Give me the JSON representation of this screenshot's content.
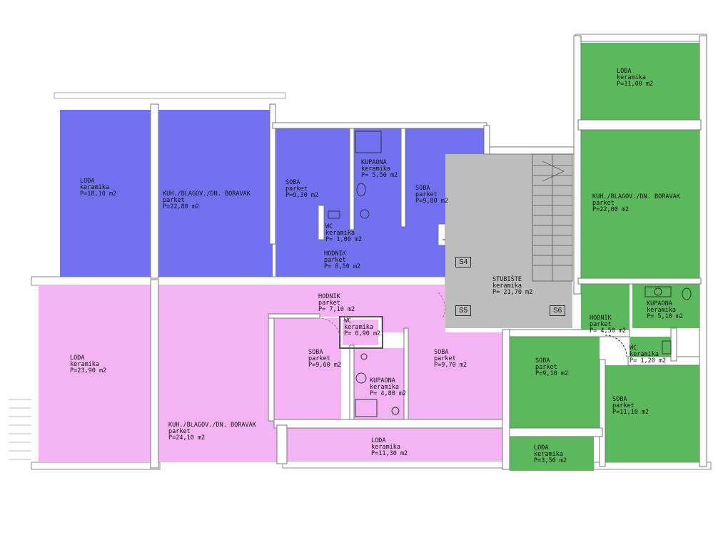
{
  "colors": {
    "apartment_blue": "#7272f0",
    "apartment_pink": "#f4b4f4",
    "apartment_green": "#5cb85c",
    "stairwell_gray": "#bdbdbd",
    "wall": "#ffffff",
    "wall_outline": "#555555"
  },
  "apartments": {
    "blue": {
      "rooms": [
        {
          "name": "LOĐA",
          "floor": "keramika",
          "area": "P=18,10 m2"
        },
        {
          "name": "KUH./BLAGOV./DN. BORAVAK",
          "floor": "parket",
          "area": "P=22,80 m2"
        },
        {
          "name": "SOBA",
          "floor": "parket",
          "area": "P=9,30 m2"
        },
        {
          "name": "KUPAONA",
          "floor": "keramika",
          "area": "P= 5,50 m2"
        },
        {
          "name": "SOBA",
          "floor": "parket",
          "area": "P=9,80 m2"
        },
        {
          "name": "WC",
          "floor": "keramika",
          "area": "P= 1,00 m2"
        },
        {
          "name": "HODNIK",
          "floor": "parket",
          "area": "P= 8,50 m2"
        }
      ]
    },
    "pink": {
      "rooms": [
        {
          "name": "LOĐA",
          "floor": "keramika",
          "area": "P=23,90 m2"
        },
        {
          "name": "KUH./BLAGOV./DN. BORAVAK",
          "floor": "parket",
          "area": "P=24,10 m2"
        },
        {
          "name": "HODNIK",
          "floor": "parket",
          "area": "P= 7,10 m2"
        },
        {
          "name": "WC",
          "floor": "keramika",
          "area": "P= 0,90 m2"
        },
        {
          "name": "SOBA",
          "floor": "parket",
          "area": "P=9,60 m2"
        },
        {
          "name": "KUPAONA",
          "floor": "keramika",
          "area": "P= 4,80 m2"
        },
        {
          "name": "SOBA",
          "floor": "parket",
          "area": "P=9,70 m2"
        },
        {
          "name": "LOĐA",
          "floor": "keramika",
          "area": "P=11,30 m2"
        }
      ]
    },
    "green": {
      "rooms": [
        {
          "name": "LOĐA",
          "floor": "keramika",
          "area": "P=11,00 m2"
        },
        {
          "name": "KUH./BLAGOV./DN. BORAVAK",
          "floor": "parket",
          "area": "P=22,00 m2"
        },
        {
          "name": "KUPAONA",
          "floor": "keramika",
          "area": "P= 5,10 m2"
        },
        {
          "name": "HODNIK",
          "floor": "parket",
          "area": "P= 4,50 m2"
        },
        {
          "name": "WC",
          "floor": "keramika",
          "area": "P= 1,20 m2"
        },
        {
          "name": "SOBA",
          "floor": "parket",
          "area": "P=9,10 m2"
        },
        {
          "name": "SOBA",
          "floor": "parket",
          "area": "P=11,10 m2"
        },
        {
          "name": "LOĐA",
          "floor": "keramika",
          "area": "P=3,50 m2"
        }
      ]
    }
  },
  "stairwell": {
    "name": "STUBIŠTE",
    "floor": "keramika",
    "area": "P= 21,70 m2",
    "tags": [
      "S4",
      "S5",
      "S6"
    ]
  }
}
